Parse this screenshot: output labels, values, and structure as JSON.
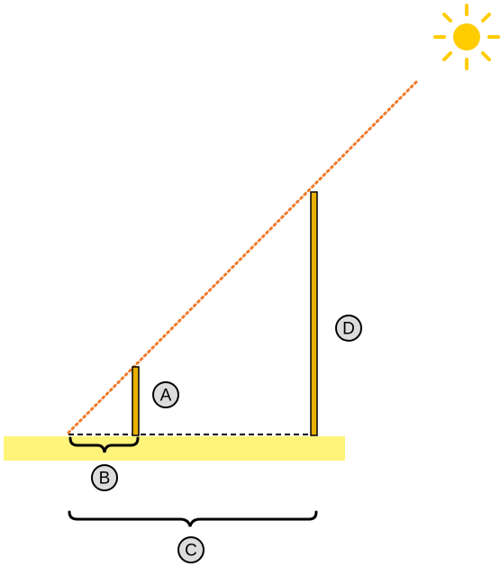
{
  "labels": {
    "a": "A",
    "b": "B",
    "c": "C",
    "d": "D"
  },
  "icons": {
    "sun": "sun-icon"
  },
  "colors": {
    "ground": "#fff47a",
    "pole_fill": "#e8b100",
    "sun": "#ffcc00",
    "sun_ray_line": "#f07a2a",
    "label_circle": "#dcdcdc",
    "outline": "#000000"
  }
}
